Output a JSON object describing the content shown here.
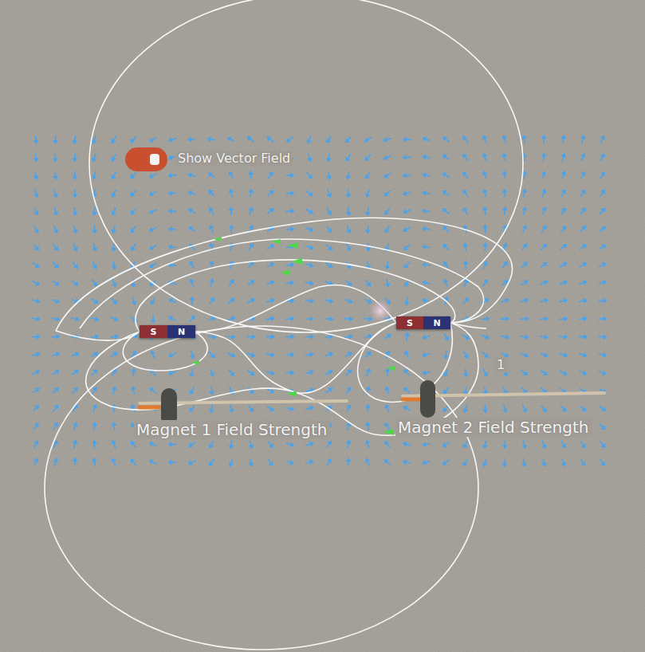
{
  "diagram": {
    "nodes": [
      {
        "text": [
          "S",
          "N"
        ]
      },
      {
        "text": [
          "S",
          "N"
        ]
      }
    ],
    "labels": [
      "Show Vector Field",
      "Magnet 1 Field Strength",
      "Magnet 2 Field Strength",
      "1"
    ]
  }
}
